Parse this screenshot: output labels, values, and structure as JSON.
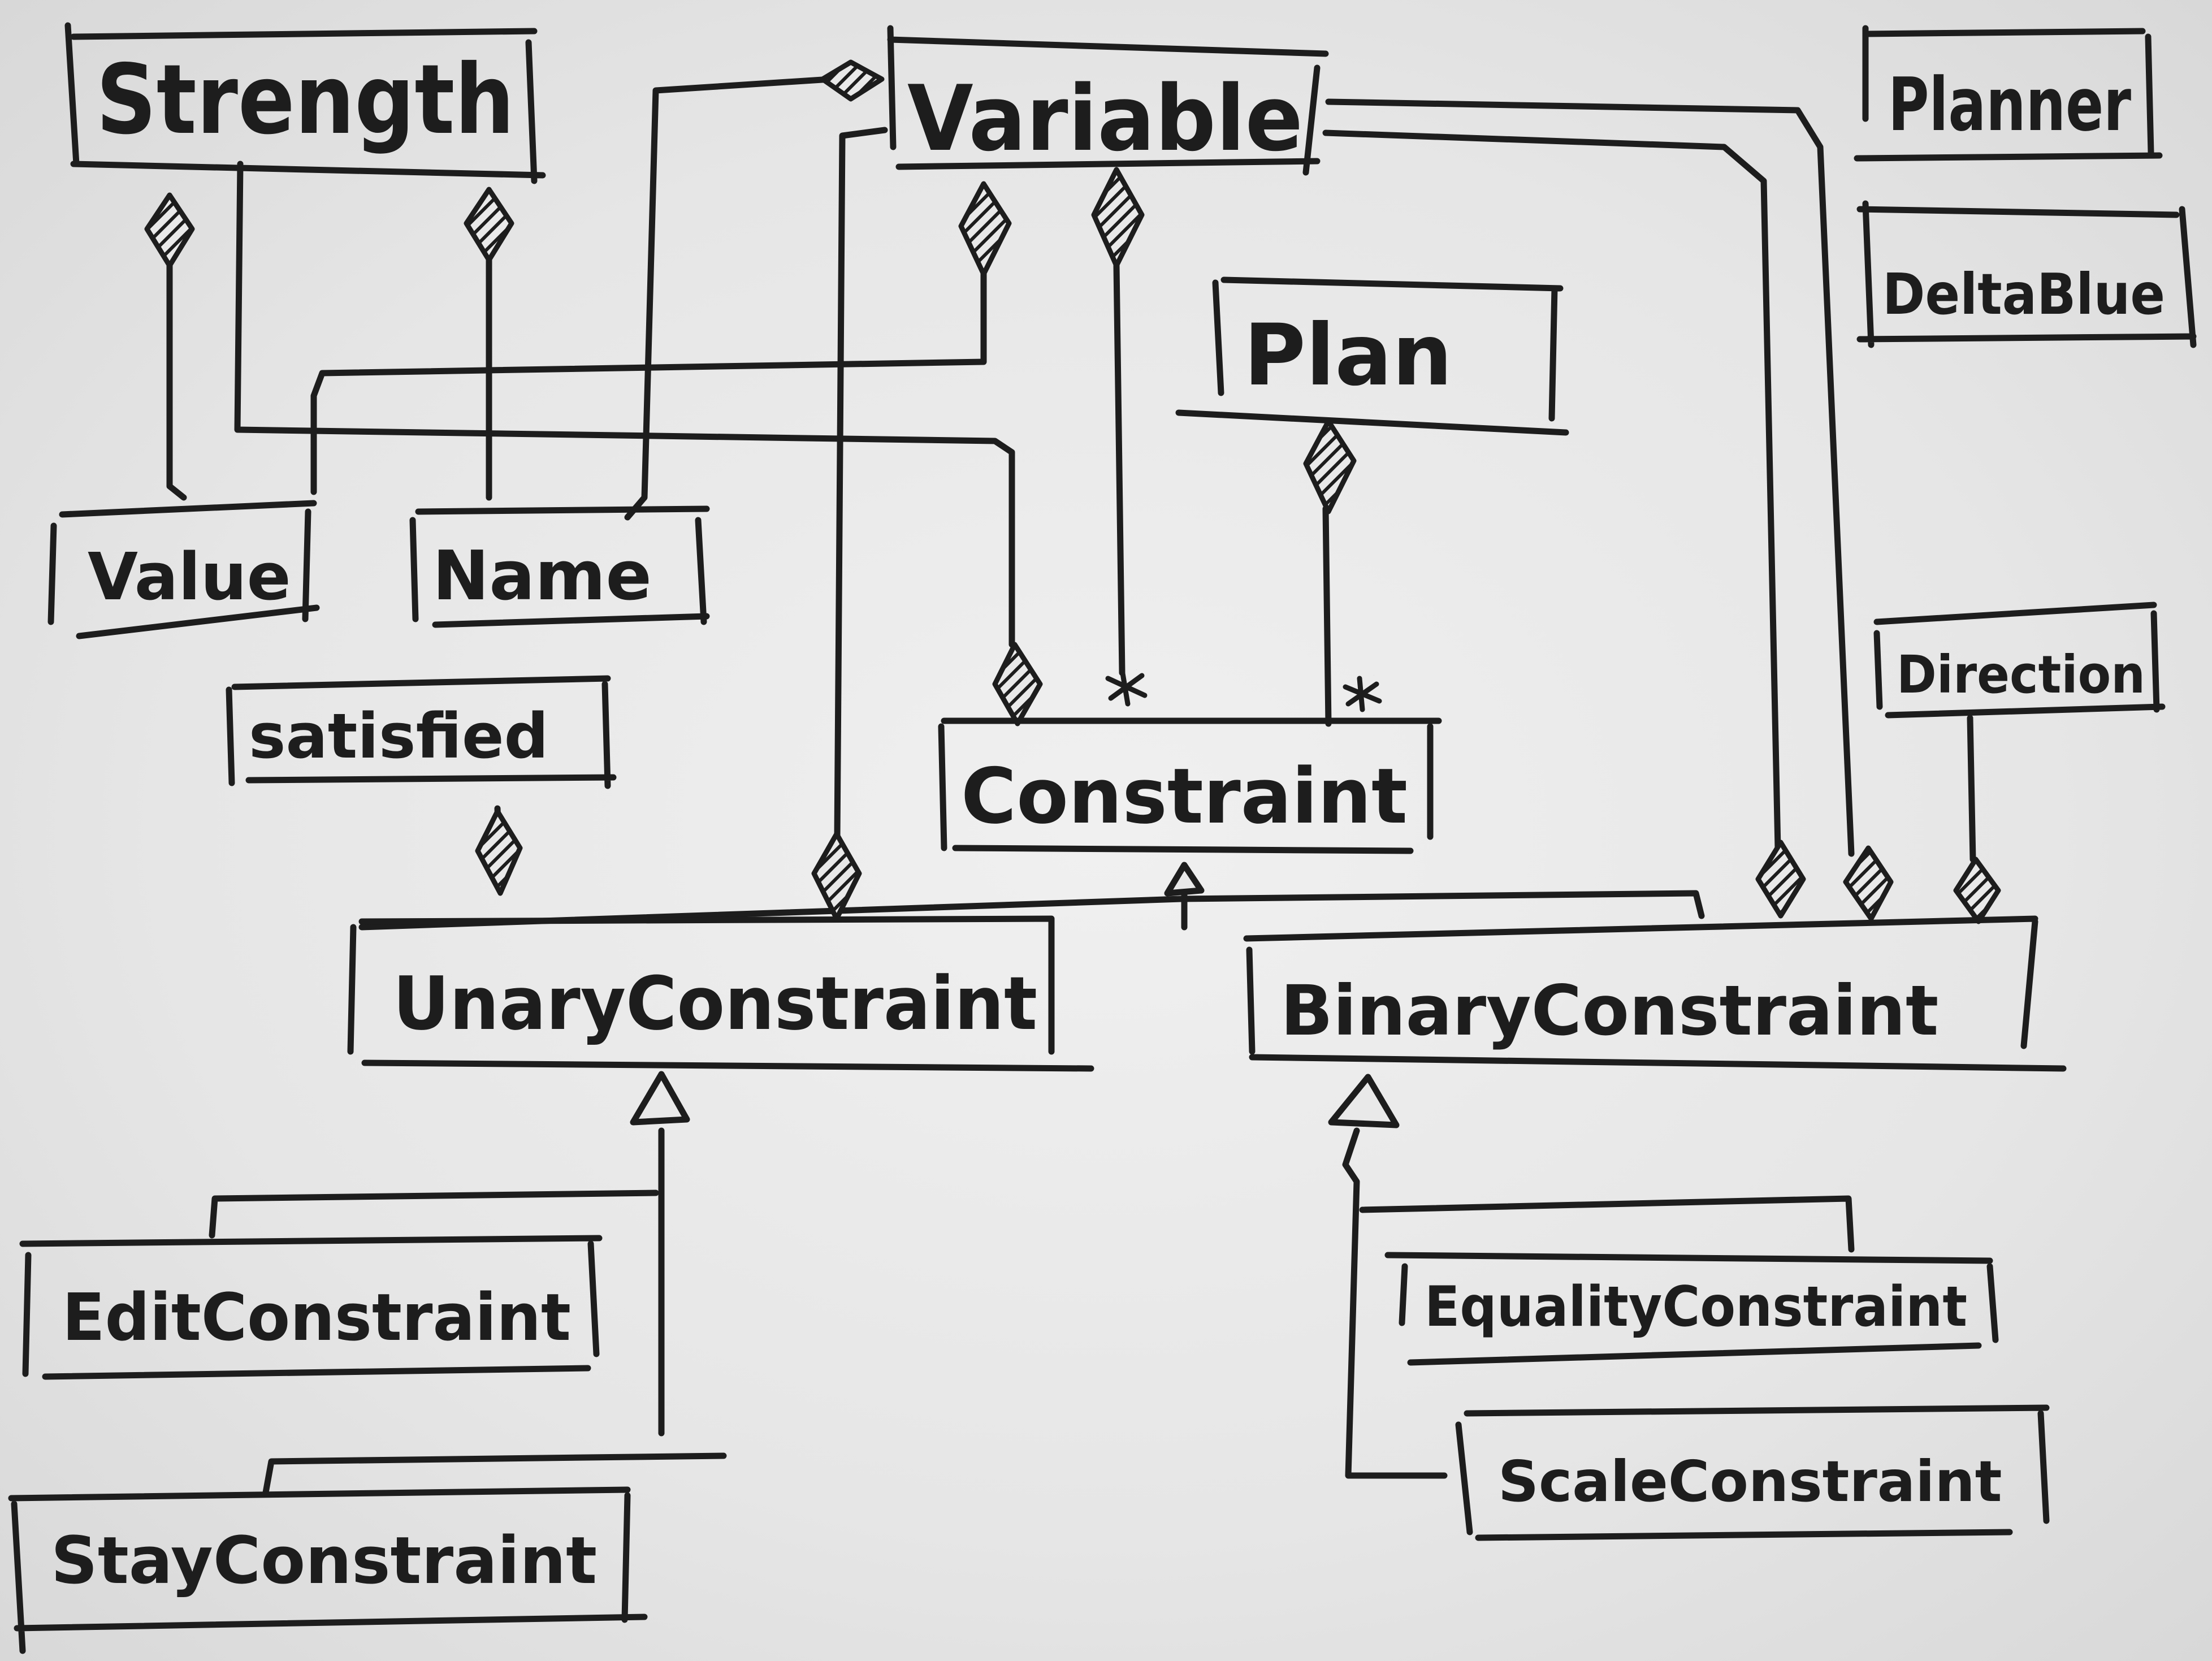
{
  "diagram": {
    "classes": {
      "strength": "Strength",
      "variable": "Variable",
      "planner": "Planner",
      "deltablue": "DeltaBlue",
      "plan": "Plan",
      "value": "Value",
      "name": "Name",
      "satisfied": "satisfied",
      "constraint": "Constraint",
      "direction": "Direction",
      "unary_constraint": "UnaryConstraint",
      "binary_constraint": "BinaryConstraint",
      "edit_constraint": "EditConstraint",
      "stay_constraint": "StayConstraint",
      "equality_constraint": "EqualityConstraint",
      "scale_constraint": "ScaleConstraint"
    },
    "multiplicities": {
      "variable_constraint": "*",
      "plan_constraint": "*"
    },
    "ink_color": "#1d1d1d",
    "paper_color": "#e9e9e9"
  }
}
